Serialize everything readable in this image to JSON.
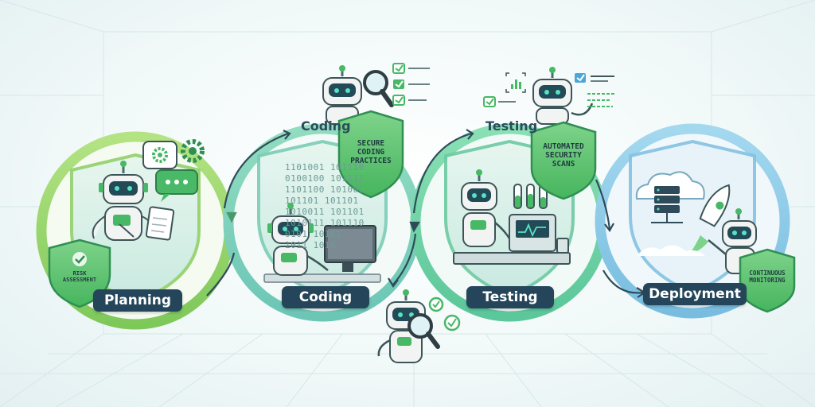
{
  "stages": [
    {
      "id": "planning",
      "label": "Planning",
      "badge": [
        "RISK",
        "ASSESSMENT"
      ]
    },
    {
      "id": "coding",
      "label": "Coding",
      "title": "Coding",
      "badge": [
        "SECURE",
        "CODING",
        "PRACTICES"
      ]
    },
    {
      "id": "testing",
      "label": "Testing",
      "title": "Testing",
      "badge": [
        "AUTOMATED",
        "SECURITY",
        "SCANS"
      ]
    },
    {
      "id": "deployment",
      "label": "Deployment",
      "badge": [
        "CONTINUOUS",
        "MONITORING"
      ]
    }
  ],
  "binary_lines": [
    "1101001 101110",
    "0100100 101111",
    "1101100 101001",
    "101101 101101",
    "1010011 101101",
    "1010111 101110",
    "0101 10101",
    "1011 1010"
  ],
  "colors": {
    "planning_ring": "#9fd86a",
    "coding_ring": "#86d3b0",
    "testing_ring": "#7fd7a8",
    "deployment_ring": "#8fcbe6",
    "label_bg": "#24455a",
    "badge_fill": "#5fc472",
    "robot_body": "#f2f4f3",
    "robot_visor": "#234a57",
    "robot_eye": "#56e3c4",
    "accent_green": "#47b865"
  },
  "icons": [
    "gear-icon",
    "chat-icon",
    "magnifier-icon",
    "checklist-icon",
    "test-tube-icon",
    "server-icon",
    "rocket-icon",
    "cloud-icon",
    "check-icon",
    "bar-chart-icon"
  ]
}
